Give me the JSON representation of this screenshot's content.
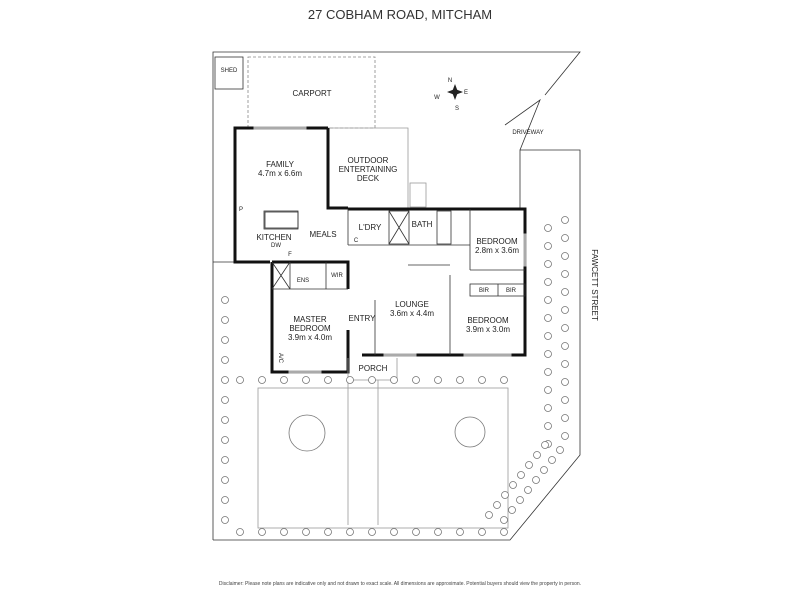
{
  "title": "27 COBHAM ROAD, MITCHAM",
  "disclaimer": "Disclaimer: Please note plans are indicative only and not drawn to exact scale. All dimensions are approximate. Potential buyers should view the property in person.",
  "street": "FAWCETT STREET",
  "compass": {
    "n": "N",
    "s": "S",
    "e": "E",
    "w": "W"
  },
  "rooms": {
    "shed": "SHED",
    "carport": "CARPORT",
    "driveway": "DRIVEWAY",
    "family": {
      "name": "FAMILY",
      "size": "4.7m x 6.6m"
    },
    "deck": {
      "line1": "OUTDOOR",
      "line2": "ENTERTAINING",
      "line3": "DECK"
    },
    "kitchen": "KITCHEN",
    "meals": "MEALS",
    "laundry": "L'DRY",
    "bath": "BATH",
    "bedroom2": {
      "name": "BEDROOM",
      "size": "2.8m x 3.6m"
    },
    "bedroom3": {
      "name": "BEDROOM",
      "size": "3.9m x 3.0m"
    },
    "lounge": {
      "name": "LOUNGE",
      "size": "3.6m x 4.4m"
    },
    "master": {
      "line1": "MASTER",
      "line2": "BEDROOM",
      "size": "3.9m x 4.0m"
    },
    "entry": "ENTRY",
    "porch": "PORCH",
    "ensuite": "ENS",
    "wir": "WIR",
    "bir1": "BIR",
    "bir2": "BIR",
    "pantry": "P",
    "dw": "DW",
    "fridge": "F",
    "cupboard": "C",
    "ac": "A/C"
  }
}
